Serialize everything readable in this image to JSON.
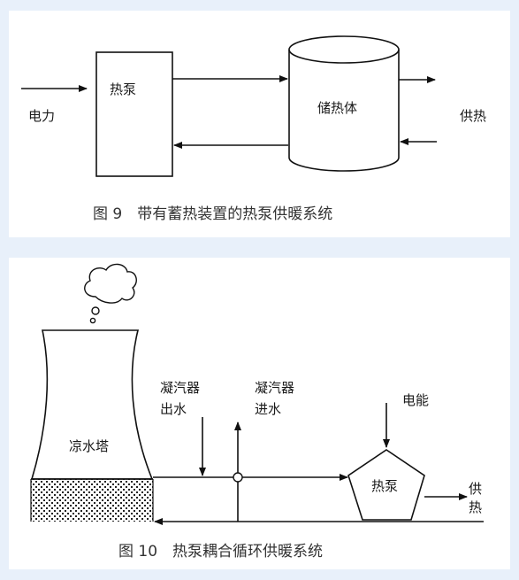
{
  "fig9": {
    "input_label": "电力",
    "heat_pump_label": "热泵",
    "storage_label": "储热体",
    "output_label": "供热",
    "caption": "图 9　带有蓄热装置的热泵供暖系统"
  },
  "fig10": {
    "tower_label": "凉水塔",
    "condenser_out_line1": "凝汽器",
    "condenser_out_line2": "出水",
    "condenser_in_line1": "凝汽器",
    "condenser_in_line2": "进水",
    "energy_label": "电能",
    "heat_pump_label": "热泵",
    "supply_line1": "供",
    "supply_line2": "热",
    "caption": "图 10　热泵耦合循环供暖系统"
  }
}
